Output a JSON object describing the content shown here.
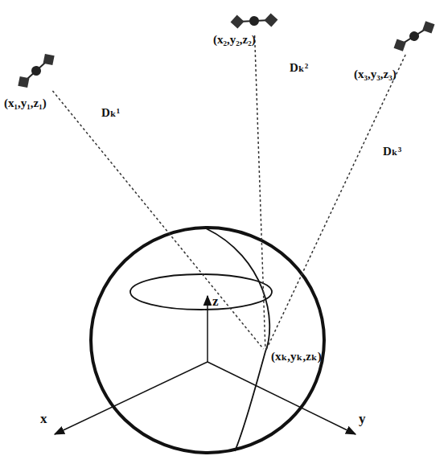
{
  "diagram": {
    "nodes": [
      {
        "text": [
          "(x₁,y₁,z₁)"
        ]
      },
      {
        "text": [
          "(x₂,y₂,z₂)"
        ]
      },
      {
        "text": [
          "(x₃,y₃,z₃)"
        ]
      },
      {
        "text": [
          "(xₖ,yₖ,zₖ)"
        ]
      }
    ],
    "edges": [
      {
        "from": 0,
        "to": 3,
        "arrow": "none",
        "label": "Dₖ¹"
      },
      {
        "from": 1,
        "to": 3,
        "arrow": "none",
        "label": "Dₖ²"
      },
      {
        "from": 2,
        "to": 3,
        "arrow": "none",
        "label": "Dₖ³"
      }
    ],
    "labels": [
      "z",
      "x",
      "y"
    ]
  }
}
